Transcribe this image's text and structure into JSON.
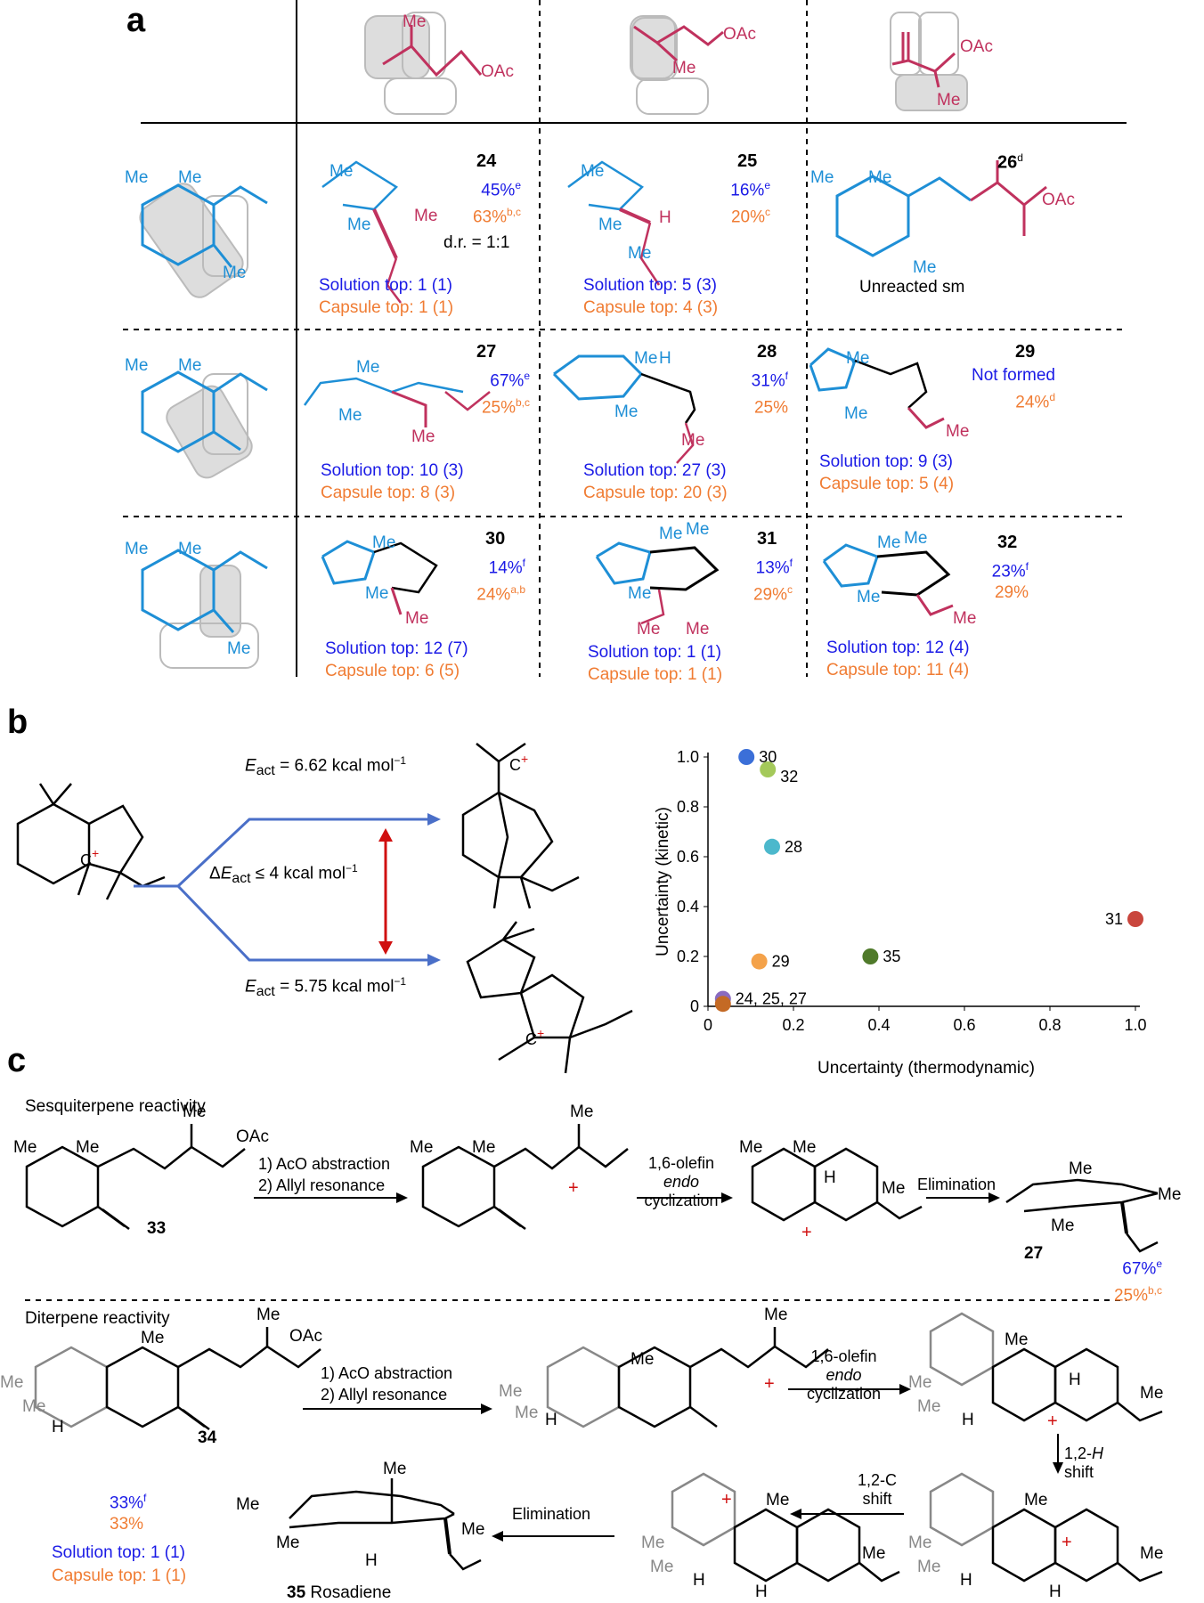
{
  "panel_a": {
    "label": "a",
    "rows": [
      {
        "cells": [
          {
            "id": "24",
            "yields": [
              {
                "v": "45%",
                "sup": "e",
                "c": "blue"
              },
              {
                "v": "63%",
                "sup": "b,c",
                "c": "orange"
              }
            ],
            "extra": "d.r. = 1:1",
            "sol": "Solution top: 1 (1)",
            "cap": "Capsule top: 1 (1)"
          },
          {
            "id": "25",
            "yields": [
              {
                "v": "16%",
                "sup": "e",
                "c": "blue"
              },
              {
                "v": "20%",
                "sup": "c",
                "c": "orange"
              }
            ],
            "extra": "",
            "sol": "Solution top: 5 (3)",
            "cap": "Capsule top: 4 (3)"
          },
          {
            "id": "26",
            "id_sup": "d",
            "yields": [],
            "extra": "",
            "sol": "",
            "cap": "",
            "note": "Unreacted sm"
          }
        ]
      },
      {
        "cells": [
          {
            "id": "27",
            "yields": [
              {
                "v": "67%",
                "sup": "e",
                "c": "blue"
              },
              {
                "v": "25%",
                "sup": "b,c",
                "c": "orange"
              }
            ],
            "extra": "",
            "sol": "Solution top: 10 (3)",
            "cap": "Capsule top: 8 (3)"
          },
          {
            "id": "28",
            "yields": [
              {
                "v": "31%",
                "sup": "f",
                "c": "blue"
              },
              {
                "v": "25%",
                "sup": "",
                "c": "orange"
              }
            ],
            "extra": "",
            "sol": "Solution top: 27 (3)",
            "cap": "Capsule top: 20 (3)"
          },
          {
            "id": "29",
            "yields": [
              {
                "v": "Not formed",
                "sup": "",
                "c": "blue"
              },
              {
                "v": "24%",
                "sup": "d",
                "c": "orange"
              }
            ],
            "extra": "",
            "sol": "Solution top: 9 (3)",
            "cap": "Capsule top: 5 (4)"
          }
        ]
      },
      {
        "cells": [
          {
            "id": "30",
            "yields": [
              {
                "v": "14%",
                "sup": "f",
                "c": "blue"
              },
              {
                "v": "24%",
                "sup": "a,b",
                "c": "orange"
              }
            ],
            "extra": "",
            "sol": "Solution top: 12 (7)",
            "cap": "Capsule top: 6 (5)"
          },
          {
            "id": "31",
            "yields": [
              {
                "v": "13%",
                "sup": "f",
                "c": "blue"
              },
              {
                "v": "29%",
                "sup": "c",
                "c": "orange"
              }
            ],
            "extra": "",
            "sol": "Solution top: 1 (1)",
            "cap": "Capsule top: 1 (1)"
          },
          {
            "id": "32",
            "yields": [
              {
                "v": "23%",
                "sup": "f",
                "c": "blue"
              },
              {
                "v": "29%",
                "sup": "",
                "c": "orange"
              }
            ],
            "extra": "",
            "sol": "Solution top: 12 (4)",
            "cap": "Capsule top: 11 (4)"
          }
        ]
      }
    ],
    "atoms": {
      "me": "Me",
      "oac": "OAc",
      "h": "H"
    }
  },
  "panel_b": {
    "label": "b",
    "eact_top": "= 6.62 kcal mol",
    "eact_bottom": "= 5.75 kcal mol",
    "delta": "≤ 4 kcal mol",
    "e_symbol": "E",
    "e_sub": "act",
    "exp": "−1",
    "cation": "C",
    "plus": "+"
  },
  "chart_data": {
    "type": "scatter",
    "xlabel": "Uncertainty (thermodynamic)",
    "ylabel": "Uncertainty (kinetic)",
    "xlim": [
      0,
      1.0
    ],
    "ylim": [
      0,
      1.0
    ],
    "xticks": [
      "0",
      "0.2",
      "0.4",
      "0.6",
      "0.8",
      "1.0"
    ],
    "yticks": [
      "0",
      "0.2",
      "0.4",
      "0.6",
      "0.8",
      "1.0"
    ],
    "grid": false,
    "points": [
      {
        "label": "30",
        "x": 0.09,
        "y": 1.0,
        "color": "#3b6fd8",
        "lpos": "right"
      },
      {
        "label": "32",
        "x": 0.14,
        "y": 0.95,
        "color": "#a4c95a",
        "lpos": "right-low"
      },
      {
        "label": "28",
        "x": 0.15,
        "y": 0.64,
        "color": "#4cb8cc",
        "lpos": "right"
      },
      {
        "label": "31",
        "x": 1.0,
        "y": 0.35,
        "color": "#c9463d",
        "lpos": "left"
      },
      {
        "label": "35",
        "x": 0.38,
        "y": 0.2,
        "color": "#4f7a2a",
        "lpos": "right"
      },
      {
        "label": "29",
        "x": 0.12,
        "y": 0.18,
        "color": "#f4a24a",
        "lpos": "right"
      },
      {
        "label": "24, 25, 27",
        "x": 0.035,
        "y": 0.03,
        "color": "#8a6bc0",
        "lpos": "right"
      },
      {
        "label": "",
        "x": 0.035,
        "y": 0.01,
        "color": "#c46a25",
        "lpos": "none"
      }
    ]
  },
  "panel_c": {
    "label": "c",
    "sesqui_title": "Sesquiterpene reactivity",
    "diter_title": "Diterpene reactivity",
    "step1a": "1) AcO abstraction",
    "step1b": "2) Allyl resonance",
    "cyc1": "1,6-olefin",
    "cyc2": "endo",
    "cyc3": "cyclization",
    "elim": "Elimination",
    "shift_h1": "1,2-",
    "shift_h2": "H",
    "shift_h3": "shift",
    "shift_c1": "1,2-C",
    "shift_c2": "shift",
    "c33": "33",
    "c34": "34",
    "c27": "27",
    "c27_blue": "67%",
    "c27_blue_sup": "e",
    "c27_orange": "25%",
    "c27_orange_sup": "b,c",
    "c34_blue": "33%",
    "c34_blue_sup": "f",
    "c34_orange": "33%",
    "c34_sol": "Solution top: 1 (1)",
    "c34_cap": "Capsule top: 1 (1)",
    "c35": "35",
    "c35_name": "Rosadiene"
  }
}
